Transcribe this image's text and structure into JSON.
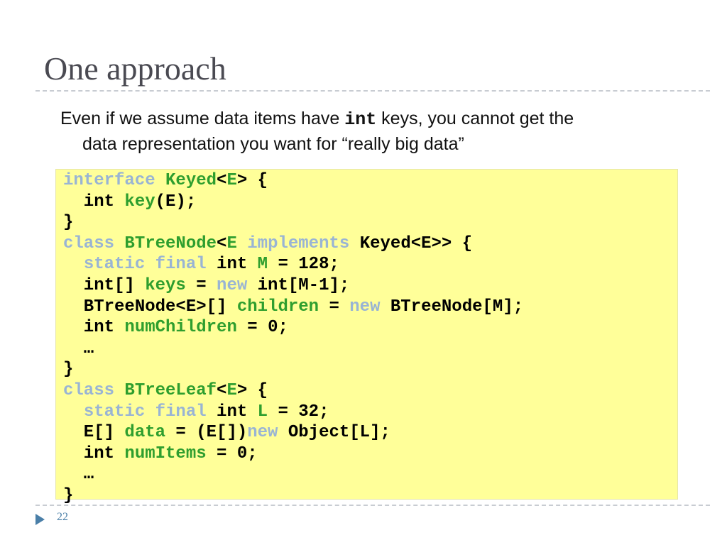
{
  "slide": {
    "title": "One approach",
    "body": {
      "before_code": "Even if we assume data items have ",
      "code_word": "int",
      "after_code": " keys, you cannot get the",
      "line2": "data representation you want for “really big data”"
    },
    "slide_number": "22"
  },
  "code_lines": [
    [
      {
        "t": "interface ",
        "c": "blue"
      },
      {
        "t": "Keyed",
        "c": "green"
      },
      {
        "t": "<",
        "c": "black"
      },
      {
        "t": "E",
        "c": "green"
      },
      {
        "t": "> {",
        "c": "black"
      }
    ],
    [
      {
        "t": "  int ",
        "c": "black"
      },
      {
        "t": "key",
        "c": "green"
      },
      {
        "t": "(E);",
        "c": "black"
      }
    ],
    [
      {
        "t": "}",
        "c": "black"
      }
    ],
    [
      {
        "t": "class ",
        "c": "blue"
      },
      {
        "t": "BTreeNode",
        "c": "green"
      },
      {
        "t": "<",
        "c": "black"
      },
      {
        "t": "E ",
        "c": "green"
      },
      {
        "t": "implements ",
        "c": "blue"
      },
      {
        "t": "Keyed<E>> {",
        "c": "black"
      }
    ],
    [
      {
        "t": "  ",
        "c": "black"
      },
      {
        "t": "static final ",
        "c": "blue"
      },
      {
        "t": "int ",
        "c": "black"
      },
      {
        "t": "M",
        "c": "green"
      },
      {
        "t": " = 128;",
        "c": "black"
      }
    ],
    [
      {
        "t": "  int[] ",
        "c": "black"
      },
      {
        "t": "keys",
        "c": "green"
      },
      {
        "t": " = ",
        "c": "black"
      },
      {
        "t": "new ",
        "c": "blue"
      },
      {
        "t": "int[M-1];",
        "c": "black"
      }
    ],
    [
      {
        "t": "  BTreeNode<E>[] ",
        "c": "black"
      },
      {
        "t": "children",
        "c": "green"
      },
      {
        "t": " = ",
        "c": "black"
      },
      {
        "t": "new ",
        "c": "blue"
      },
      {
        "t": "BTreeNode[M];",
        "c": "black"
      }
    ],
    [
      {
        "t": "  int ",
        "c": "black"
      },
      {
        "t": "numChildren",
        "c": "green"
      },
      {
        "t": " = 0;",
        "c": "black"
      }
    ],
    [
      {
        "t": "  …",
        "c": "black"
      }
    ],
    [
      {
        "t": "}",
        "c": "black"
      }
    ],
    [
      {
        "t": "class ",
        "c": "blue"
      },
      {
        "t": "BTreeLeaf",
        "c": "green"
      },
      {
        "t": "<",
        "c": "black"
      },
      {
        "t": "E",
        "c": "green"
      },
      {
        "t": "> {",
        "c": "black"
      }
    ],
    [
      {
        "t": "  ",
        "c": "black"
      },
      {
        "t": "static final ",
        "c": "blue"
      },
      {
        "t": "int ",
        "c": "black"
      },
      {
        "t": "L",
        "c": "green"
      },
      {
        "t": " = 32;",
        "c": "black"
      }
    ],
    [
      {
        "t": "  E[] ",
        "c": "black"
      },
      {
        "t": "data",
        "c": "green"
      },
      {
        "t": " = (E[])",
        "c": "black"
      },
      {
        "t": "new ",
        "c": "blue"
      },
      {
        "t": "Object[L];",
        "c": "black"
      }
    ],
    [
      {
        "t": "  int ",
        "c": "black"
      },
      {
        "t": "numItems",
        "c": "green"
      },
      {
        "t": " = 0;",
        "c": "black"
      }
    ],
    [
      {
        "t": "  …",
        "c": "black"
      }
    ],
    [
      {
        "t": "}",
        "c": "black"
      }
    ]
  ],
  "colors": {
    "keyword_blue": "#99b4d4",
    "identifier_green": "#2e9e2e",
    "code_background": "#ffff99",
    "title_gray": "#4a4a52",
    "accent_blue": "#4a7fa8"
  },
  "icons": {
    "footer_marker": "triangle-right-icon"
  }
}
